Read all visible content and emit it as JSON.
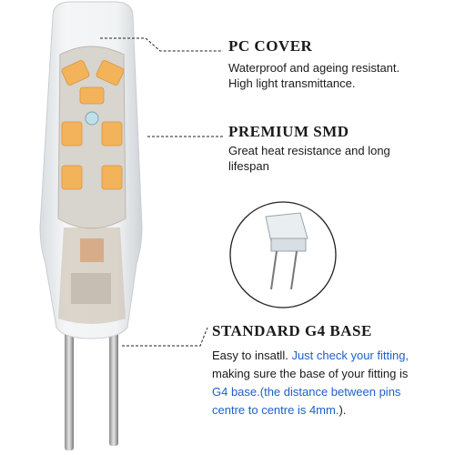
{
  "features": {
    "pc_cover": {
      "title": "PC COVER",
      "line1": "Waterproof and ageing resistant.",
      "line2": "High light transmittance."
    },
    "premium_smd": {
      "title": "PREMIUM SMD",
      "line1": "Great heat resistance and long",
      "line2": "lifespan"
    },
    "base": {
      "title": "STANDARD G4 BASE",
      "line1_a": "Easy to insatll. ",
      "line1_b": "Just check your fitting,",
      "line2": "making sure the base of your fitting is",
      "line3_a": "G4 base.",
      "line3_b": "(the distance between pins",
      "line4_a": "centre to centre is 4mm.",
      "line4_b": ")."
    }
  },
  "colors": {
    "led_amber": "#f2b35a",
    "text_blue": "#1f5fc8",
    "cover": "#eef0f2"
  }
}
